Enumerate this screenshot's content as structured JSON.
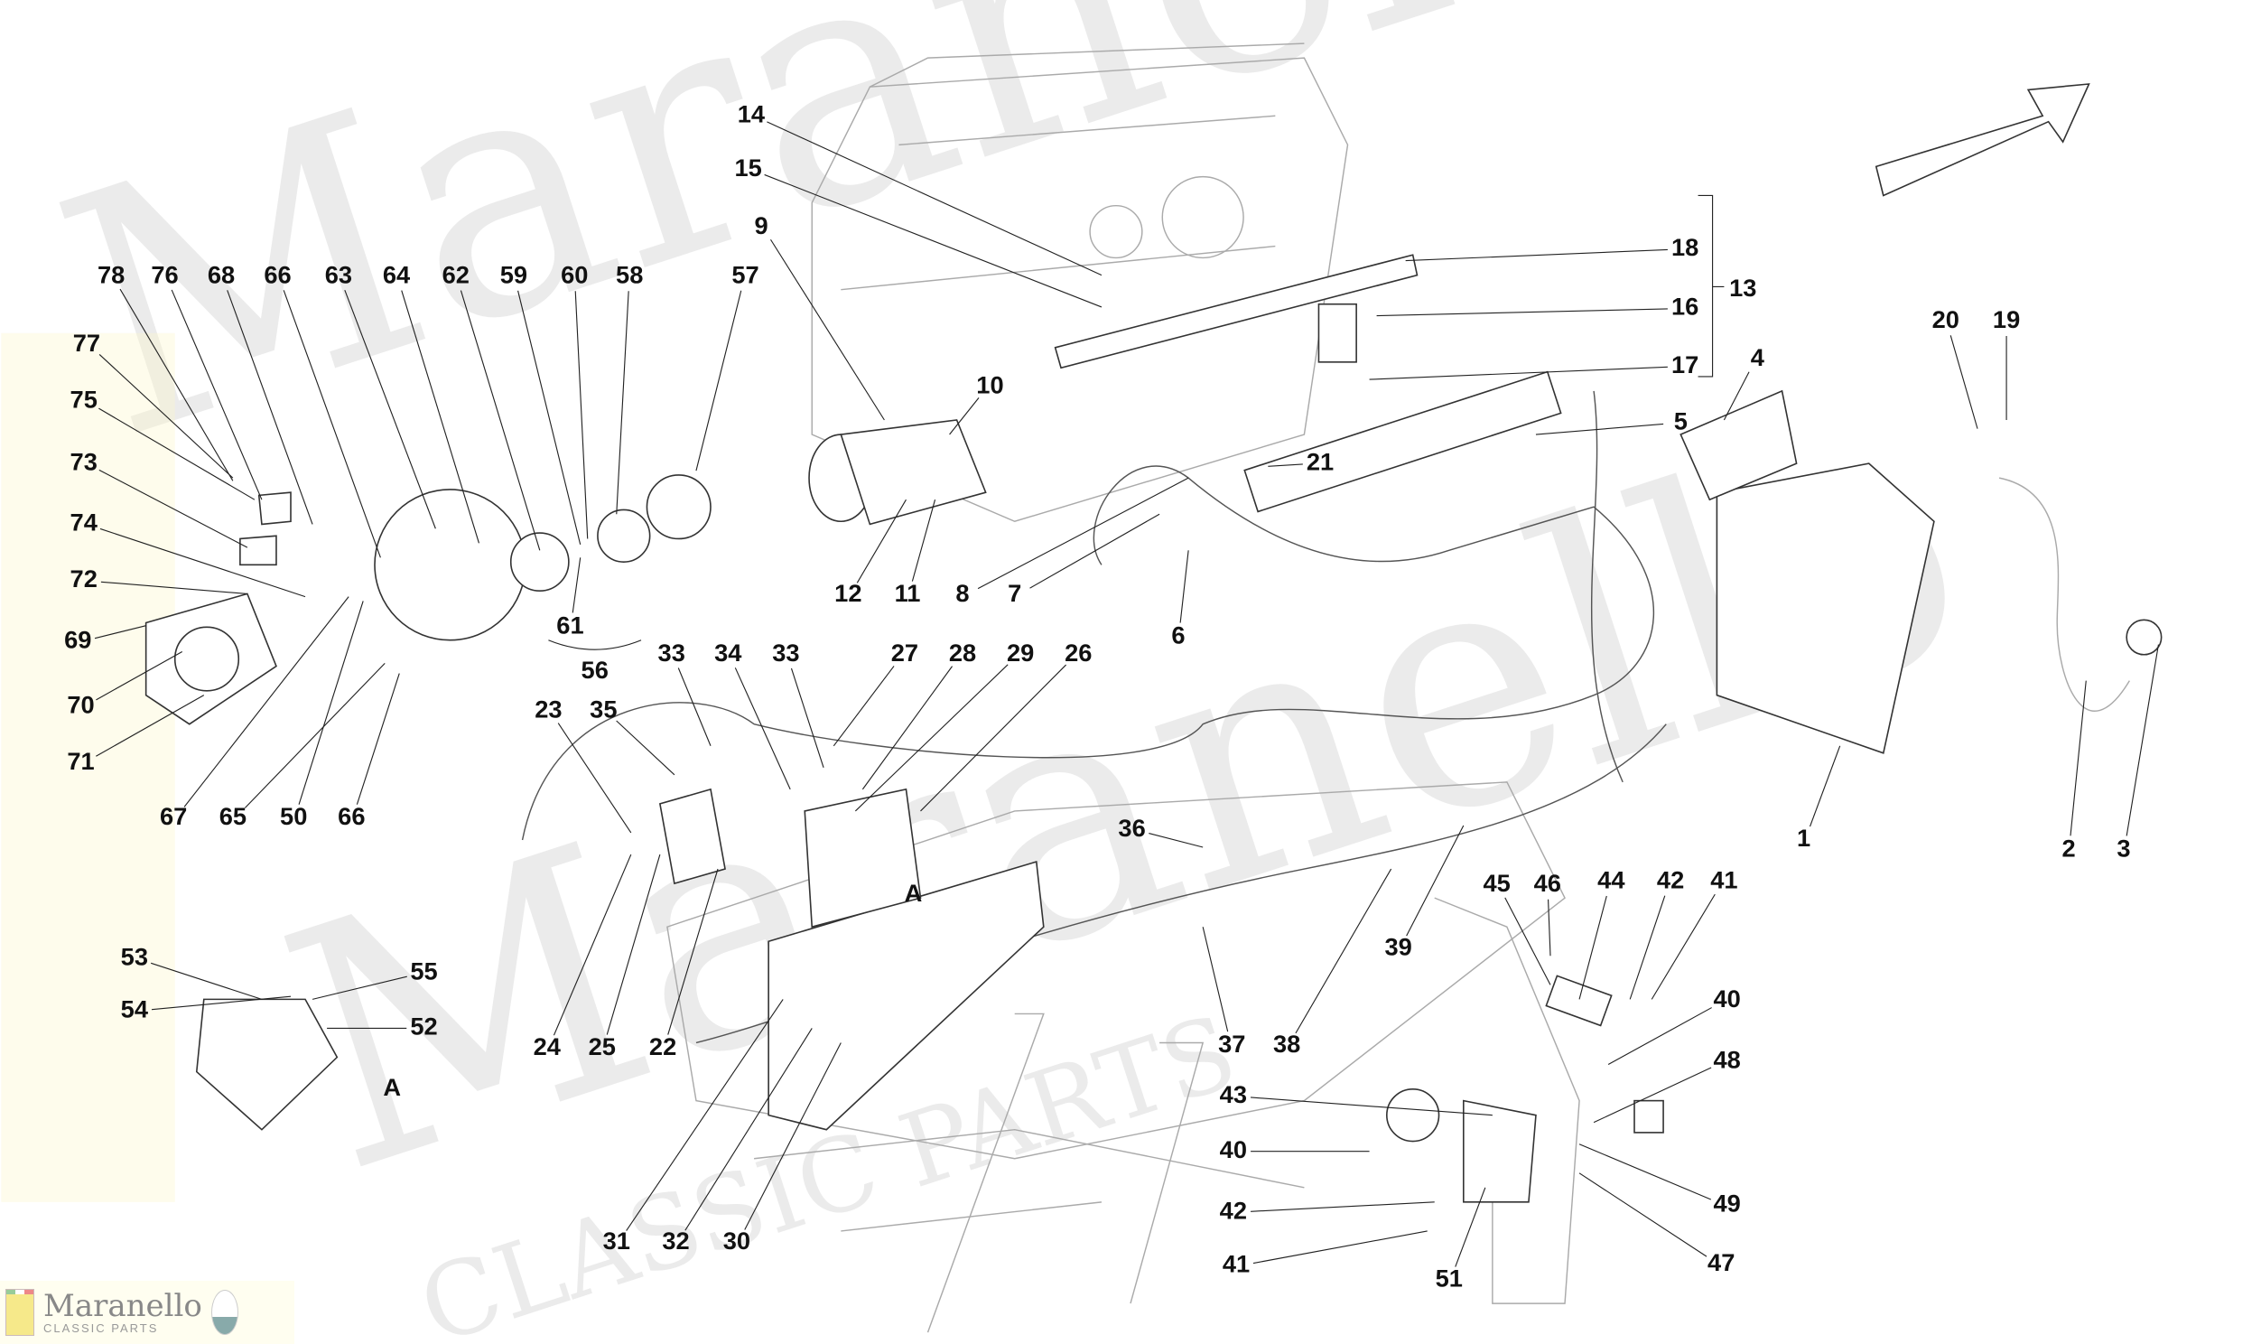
{
  "watermark": {
    "brand": "Maranello",
    "subtitle": "CLASSIC PARTS"
  },
  "logo": {
    "brand": "Maranello",
    "subtitle": "CLASSIC PARTS",
    "left_badge": "Ferrari",
    "right_badge": "MASERATI"
  },
  "callouts": [
    "14",
    "15",
    "9",
    "18",
    "13",
    "16",
    "17",
    "10",
    "21",
    "5",
    "4",
    "20",
    "19",
    "12",
    "11",
    "8",
    "7",
    "6",
    "78",
    "76",
    "68",
    "66",
    "63",
    "64",
    "62",
    "59",
    "60",
    "58",
    "57",
    "77",
    "75",
    "73",
    "74",
    "72",
    "69",
    "70",
    "71",
    "61",
    "56",
    "33",
    "34",
    "33",
    "27",
    "28",
    "29",
    "26",
    "23",
    "35",
    "67",
    "65",
    "50",
    "66",
    "1",
    "2",
    "3",
    "36",
    "A",
    "45",
    "46",
    "44",
    "42",
    "41",
    "40",
    "48",
    "53",
    "55",
    "54",
    "52",
    "A",
    "24",
    "25",
    "22",
    "37",
    "38",
    "39",
    "43",
    "40",
    "42",
    "41",
    "49",
    "47",
    "51",
    "31",
    "32",
    "30"
  ]
}
